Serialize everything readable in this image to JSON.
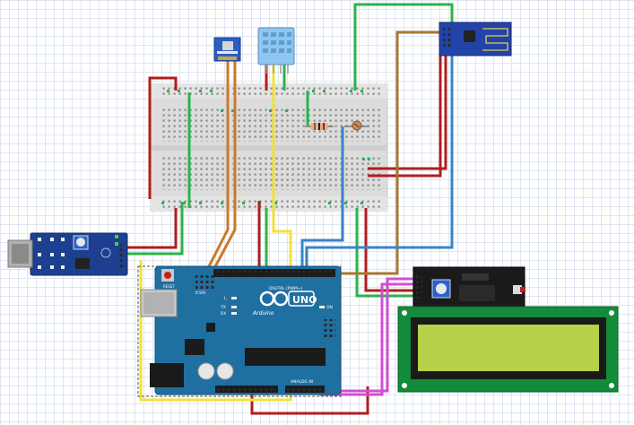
{
  "board": {
    "logo": "UNO",
    "reset_label": "RESET",
    "icsp_label": "ICSP2",
    "pin_labels": [
      "L",
      "TX",
      "RX",
      "ON"
    ],
    "digital_label": "DIGITAL (PWM~)",
    "analog_label": "ANALOG IN",
    "brand": "Arduino"
  },
  "colors": {
    "wire_red": "#b01e1e",
    "wire_green": "#2bb34a",
    "wire_yellow": "#f2e13a",
    "wire_orange": "#c97a2a",
    "wire_blue": "#3a83c9",
    "wire_magenta": "#d04fd0",
    "arduino_blue": "#1f6fa0",
    "module_blue": "#1d3f8f",
    "lcd_screen": "#b7d14a",
    "lcd_pcb": "#138b3a"
  }
}
